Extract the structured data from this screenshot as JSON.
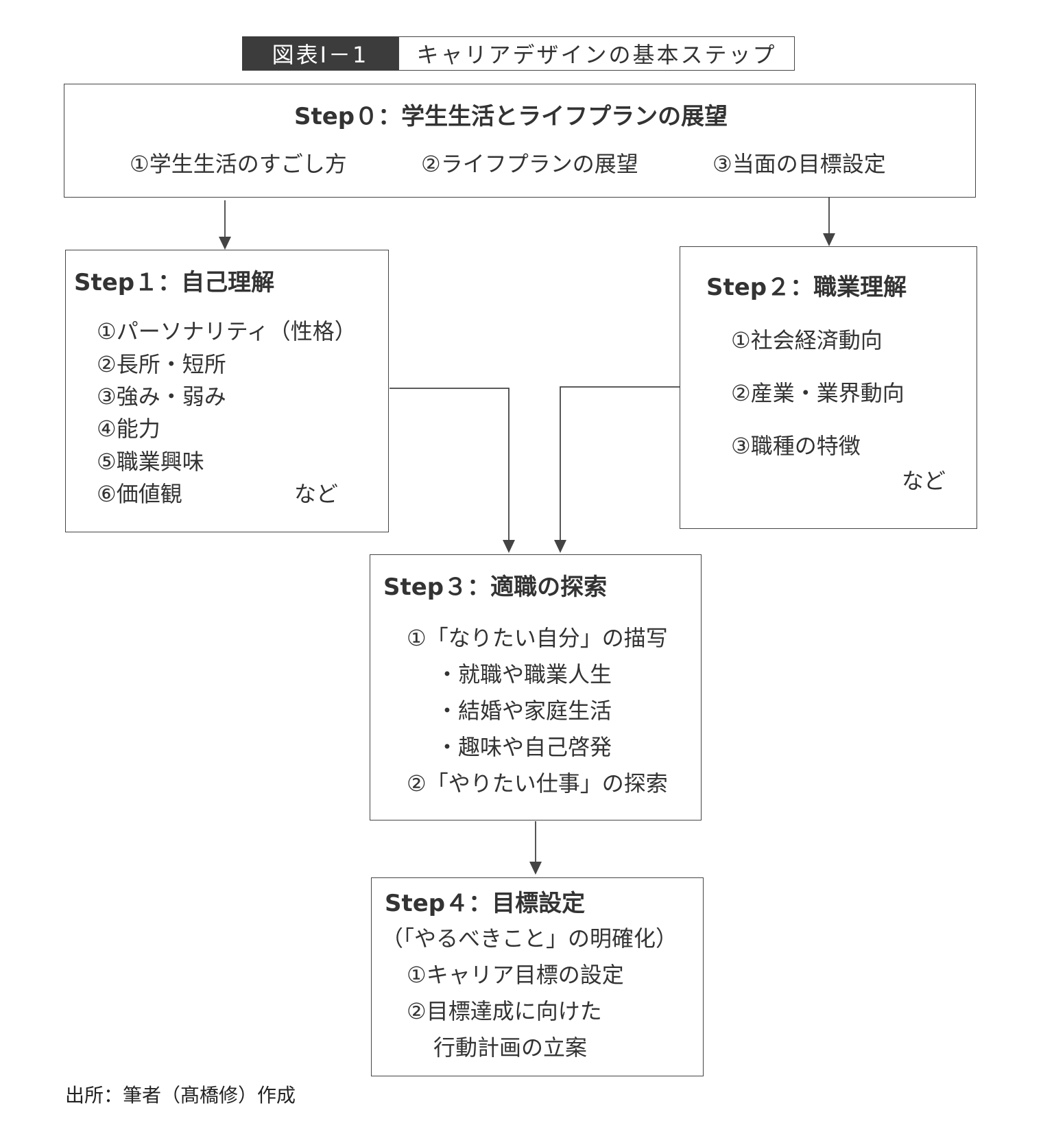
{
  "figure_label": "図表Ⅰ－1",
  "figure_title": "キャリアデザインの基本ステップ",
  "step0": {
    "heading": "Step０：学生生活とライフプランの展望",
    "items": [
      "①学生生活のすごし方",
      "②ライフプランの展望",
      "③当面の目標設定"
    ]
  },
  "step1": {
    "heading": "Step１：自己理解",
    "items": [
      "①パーソナリティ（性格）",
      "②長所・短所",
      "③強み・弱み",
      "④能力",
      "⑤職業興味",
      "⑥価値観"
    ],
    "etc": "など"
  },
  "step2": {
    "heading": "Step２：職業理解",
    "items": [
      "①社会経済動向",
      "②産業・業界動向",
      "③職種の特徴"
    ],
    "etc": "など"
  },
  "step3": {
    "heading": "Step３：適職の探索",
    "items": [
      "①「なりたい自分」の描写",
      "・就職や職業人生",
      "・結婚や家庭生活",
      "・趣味や自己啓発",
      "②「やりたい仕事」の探索"
    ]
  },
  "step4": {
    "heading": "Step４：目標設定",
    "subheading": "（「やるべきこと」の明確化）",
    "items": [
      "①キャリア目標の設定",
      "②目標達成に向けた",
      "行動計画の立案"
    ]
  },
  "source": "出所：筆者（髙橋修）作成"
}
